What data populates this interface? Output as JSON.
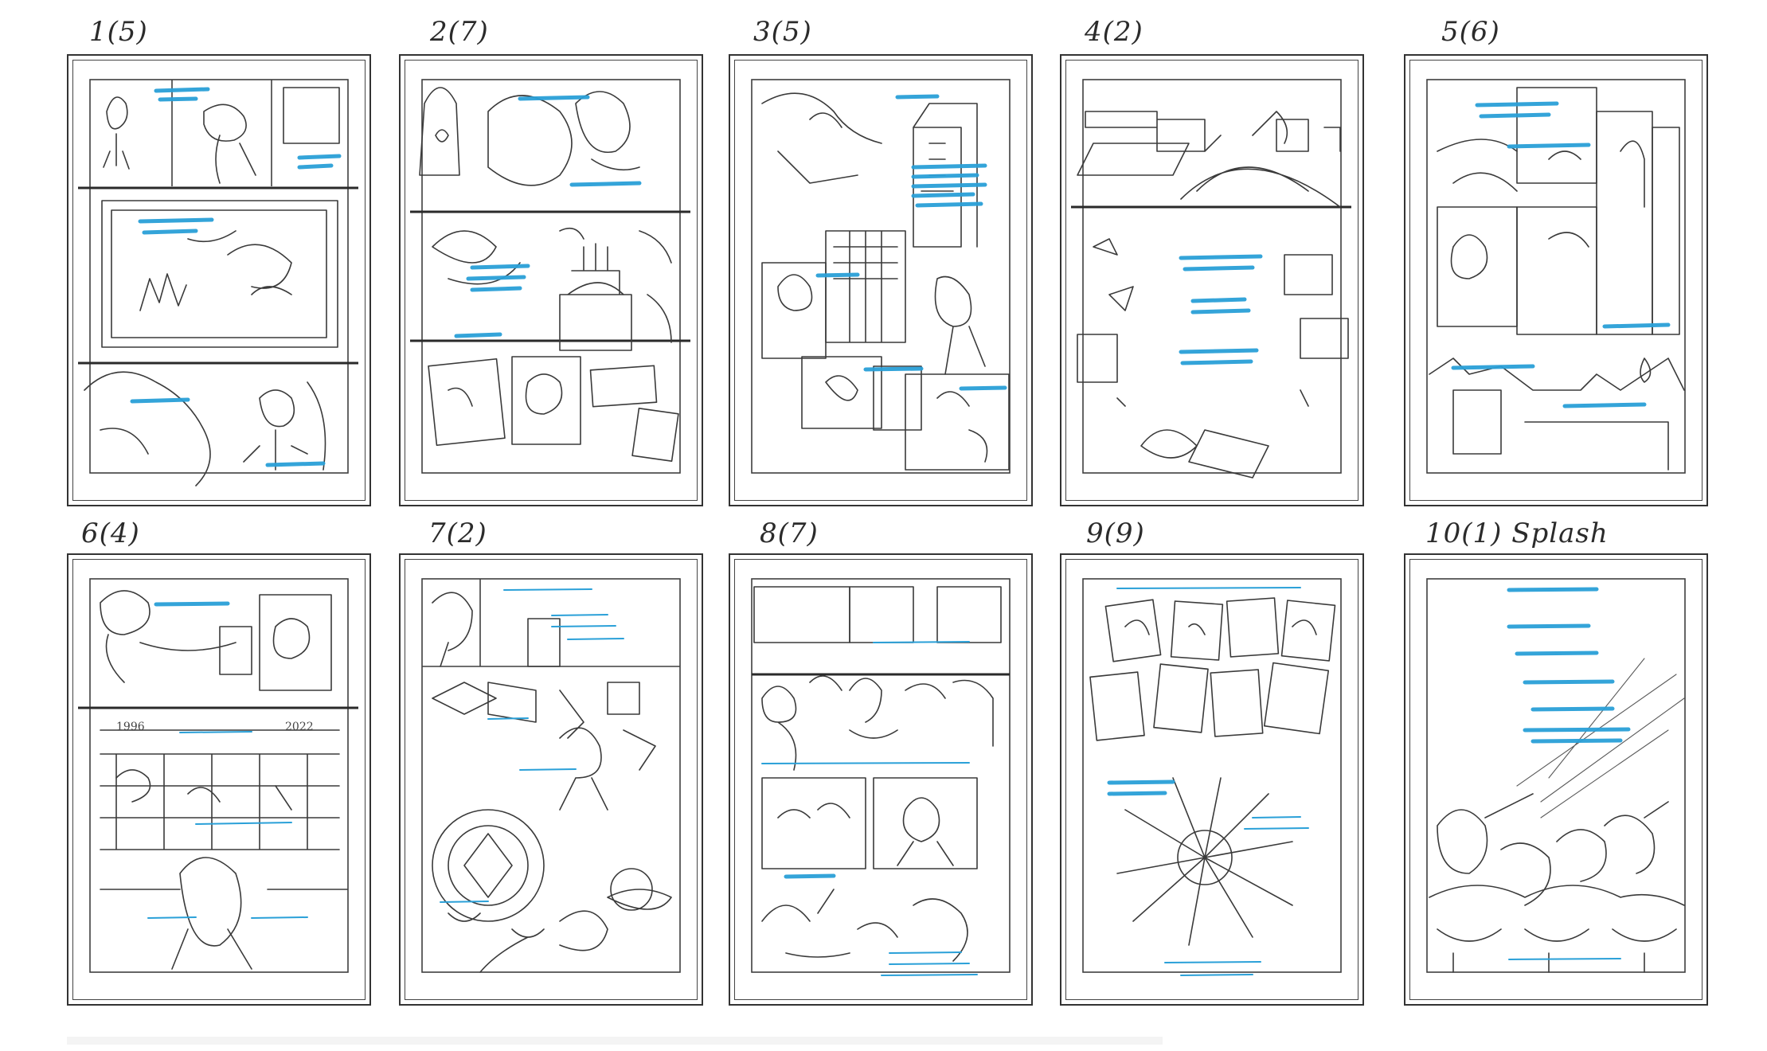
{
  "sheet": {
    "pages": [
      {
        "label": "1(5)"
      },
      {
        "label": "2(7)"
      },
      {
        "label": "3(5)"
      },
      {
        "label": "4(2)"
      },
      {
        "label": "5(6)"
      },
      {
        "label": "6(4)"
      },
      {
        "label": "7(2)"
      },
      {
        "label": "8(7)"
      },
      {
        "label": "9(9)"
      },
      {
        "label": "10(1) Splash"
      }
    ]
  },
  "colors": {
    "pencil": "#3a3a3a",
    "text_placeholder": "#2aa0d8",
    "paper": "#ffffff"
  }
}
